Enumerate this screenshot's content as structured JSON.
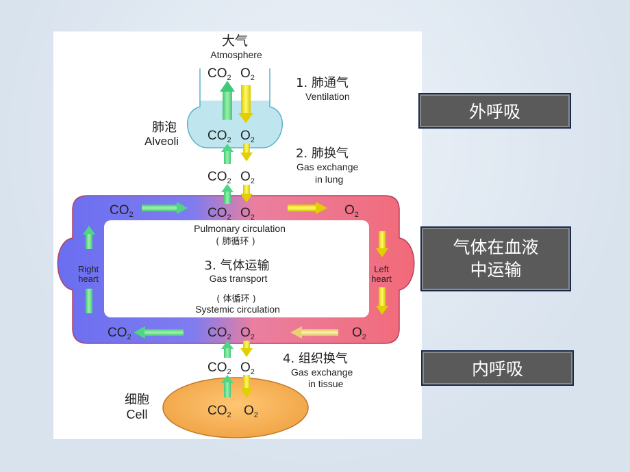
{
  "atmosphere": {
    "cn": "大气",
    "en": "Atmosphere"
  },
  "alveoli": {
    "cn": "肺泡",
    "en": "Alveoli"
  },
  "cell": {
    "cn": "细胞",
    "en": "Cell"
  },
  "steps": [
    {
      "cn": "1. 肺通气",
      "en": [
        "Ventilation"
      ]
    },
    {
      "cn": "2. 肺换气",
      "en": [
        "Gas exchange",
        "in lung"
      ]
    },
    {
      "cn": "3. 气体运输",
      "en": [
        "Gas transport"
      ]
    },
    {
      "cn": "4. 组织换气",
      "en": [
        "Gas exchange",
        "in tissue"
      ]
    }
  ],
  "pulmonary": {
    "en": "Pulmonary circulation",
    "cn": "( 肺循环 )"
  },
  "systemic": {
    "cn": "( 体循环 )",
    "en": "Systemic circulation"
  },
  "right_heart": [
    "Right",
    "heart"
  ],
  "left_heart": [
    "Left",
    "heart"
  ],
  "gas": {
    "co": "CO",
    "o": "O",
    "sub": "2"
  },
  "side_labels": {
    "external": "外呼吸",
    "transport": [
      "气体在血液",
      "中运输"
    ],
    "internal": "内呼吸"
  },
  "colors": {
    "blood_venous": "#6a6ef0",
    "blood_arterial": "#f26a78",
    "arrow_co2": "#5fe07a",
    "arrow_o2": "#f5ee1a",
    "cell_fill": "#f5b25a",
    "alveoli_fill": "#bfe6ef"
  }
}
